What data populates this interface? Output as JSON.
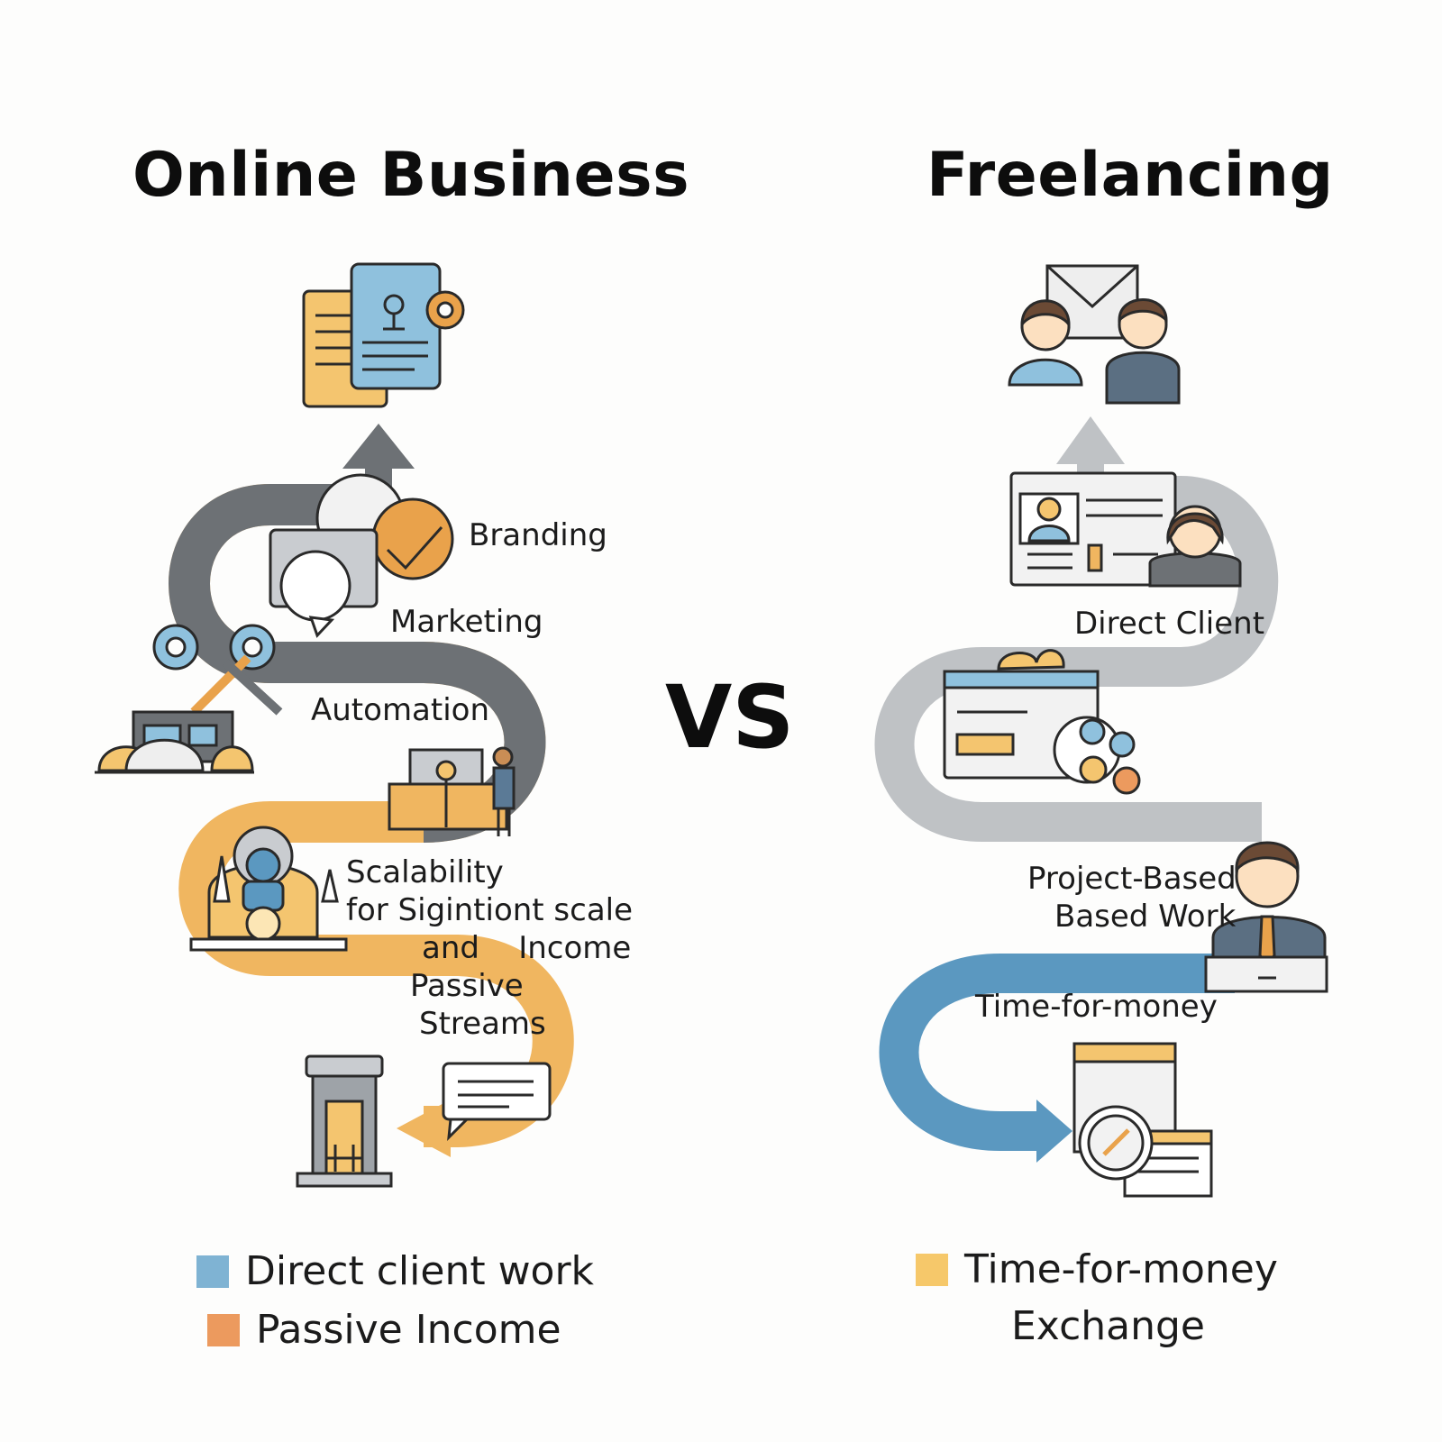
{
  "left": {
    "title": "Online Business",
    "labels": {
      "branding": "Branding",
      "marketing": "Marketing",
      "automation": "Automation",
      "scalability": [
        "Scalability",
        "for Sigintiont scale",
        "and    Income",
        "Passive",
        "Streams"
      ]
    },
    "legend": [
      {
        "label": "Direct client work",
        "color": "#7fb3d3"
      },
      {
        "label": "Passive Income",
        "color": "#ec9a5e"
      }
    ]
  },
  "vs": "VS",
  "right": {
    "title": "Freelancing",
    "labels": {
      "direct_client": "Direct Client",
      "project_based": [
        "Project-Based",
        "Based Work"
      ],
      "time_for_money": "Time-for-money"
    },
    "legend": [
      {
        "label": [
          "Time-for-money",
          "Exchange"
        ],
        "color": "#f6c86a"
      }
    ]
  },
  "colors": {
    "path_dark_gray": "#6d7175",
    "path_light_gray": "#bfc2c5",
    "path_orange": "#f0b660",
    "path_blue": "#5b98c0",
    "accent_orange": "#e9a24b",
    "accent_blue": "#8fc1dd"
  },
  "icons": [
    "tablet-document-icon",
    "gear-icon",
    "compass-chart-icon",
    "speech-bubble-icon",
    "robot-arm-icon",
    "team-meeting-icon",
    "cloud-person-icon",
    "building-icon",
    "chat-bubble-icon",
    "envelope-people-icon",
    "profile-card-icon",
    "browser-window-icon",
    "businessman-desk-icon",
    "contract-exchange-icon"
  ]
}
